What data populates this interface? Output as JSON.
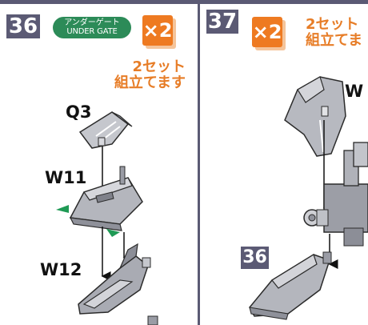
{
  "step_left": {
    "number": "36",
    "gate_badge": {
      "line1": "アンダーゲート",
      "line2": "UNDER GATE"
    },
    "multiplier": "×2",
    "note_line1": "2セット",
    "note_line2": "組立てます",
    "parts": {
      "top": "Q3",
      "middle": "W11",
      "bottom": "W12"
    }
  },
  "step_right": {
    "number": "37",
    "multiplier": "×2",
    "note_line1": "2セット",
    "note_line2": "組立てま",
    "part_label": "W",
    "ref_step": "36"
  },
  "colors": {
    "header_bar": "#5b5a74",
    "gate_badge": "#2c8b58",
    "multiplier": "#ee7a21",
    "note_text": "#e77d27",
    "part_fill": "#b9bbc2",
    "arrow_marker": "#1f9a55"
  }
}
